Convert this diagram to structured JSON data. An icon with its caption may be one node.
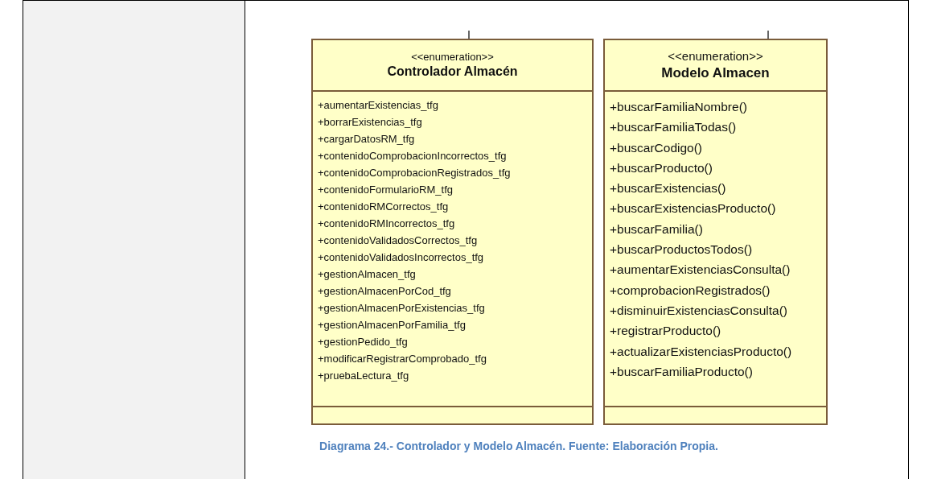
{
  "diagram": {
    "caption": "Diagrama 24.- Controlador y Modelo Almacén. Fuente: Elaboración Propia.",
    "nodes": [
      {
        "text": [
          "<<enumeration>>",
          "Controlador Almacén",
          "+aumentarExistencias_tfg",
          "+borrarExistencias_tfg",
          "+cargarDatosRM_tfg",
          "+contenidoComprobacionIncorrectos_tfg",
          "+contenidoComprobacionRegistrados_tfg",
          "+contenidoFormularioRM_tfg",
          "+contenidoRMCorrectos_tfg",
          "+contenidoRMIncorrectos_tfg",
          "+contenidoValidadosCorrectos_tfg",
          "+contenidoValidadosIncorrectos_tfg",
          "+gestionAlmacen_tfg",
          "+gestionAlmacenPorCod_tfg",
          "+gestionAlmacenPorExistencias_tfg",
          "+gestionAlmacenPorFamilia_tfg",
          "+gestionPedido_tfg",
          "+modificarRegistrarComprobado_tfg",
          "+pruebaLectura_tfg"
        ]
      },
      {
        "text": [
          "<<enumeration>>",
          "Modelo Almacen",
          "+buscarFamiliaNombre()",
          "+buscarFamiliaTodas()",
          "+buscarCodigo()",
          "+buscarProducto()",
          "+buscarExistencias()",
          "+buscarExistenciasProducto()",
          "+buscarFamilia()",
          "+buscarProductosTodos()",
          "+aumentarExistenciasConsulta()",
          "+comprobacionRegistrados()",
          "+disminuirExistenciasConsulta()",
          "+registrarProducto()",
          "+actualizarExistenciasProducto()",
          "+buscarFamiliaProducto()"
        ]
      }
    ],
    "edges": [
      {
        "from": null,
        "to": 0,
        "arrow": "none"
      },
      {
        "from": null,
        "to": 1,
        "arrow": "none"
      }
    ]
  }
}
